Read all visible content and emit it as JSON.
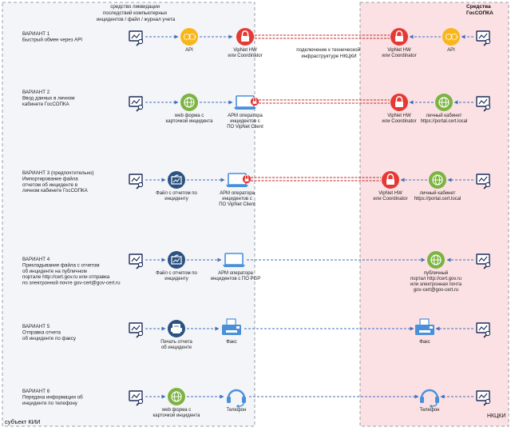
{
  "zones": {
    "left_label": "субъект КИИ",
    "right_label_lines": [
      "Средства",
      "ГосСОПКА"
    ],
    "right_corner_label": "НКЦКИ"
  },
  "top_note_lines": [
    "средство ликвидации",
    "последствий компьютерных",
    "инцидентов / файл / журнал учета"
  ],
  "channel_note_lines": [
    "подключение к технической",
    "инфраструктуре  НКЦКИ"
  ],
  "variants": [
    {
      "title_lines": [
        "ВАРИАНТ 1",
        "Быстрый обмен через API"
      ],
      "left_nodes": [
        {
          "icon": "api-gear-icon",
          "label_lines": [
            "API"
          ]
        },
        {
          "icon": "vipnet-lock-icon",
          "label_lines": [
            "VipNet HW",
            "или Coordinator"
          ]
        }
      ],
      "right_nodes": [
        {
          "icon": "vipnet-lock-icon",
          "label_lines": [
            "VipNet HW",
            "или Coordinator"
          ]
        },
        {
          "icon": "api-gear-icon",
          "label_lines": [
            "API"
          ]
        }
      ]
    },
    {
      "title_lines": [
        "ВАРИАНТ 2",
        "Ввод данных в личном",
        "кабинете ГосСОПКА"
      ],
      "left_nodes": [
        {
          "icon": "web-globe-icon",
          "label_lines": [
            "web форма с",
            "карточкой инцидента"
          ]
        },
        {
          "icon": "laptop-lock-icon",
          "label_lines": [
            "АРМ оператора",
            "инцидентов с",
            "ПО VipNet Client"
          ]
        }
      ],
      "right_nodes": [
        {
          "icon": "vipnet-lock-icon",
          "label_lines": [
            "VipNet HW",
            "или Coordinator"
          ]
        },
        {
          "icon": "web-globe-icon",
          "label_lines": [
            "личный кабинет",
            "https://portal.cert.local"
          ]
        }
      ]
    },
    {
      "title_lines": [
        "ВАРИАНТ 3 (предпочтительно)",
        "Импортирование файла",
        "отчетом об инциденте в",
        "личном кабинете ГосСОПКА"
      ],
      "left_nodes": [
        {
          "icon": "report-file-icon",
          "label_lines": [
            "Файл с отчетом по",
            "инциденту"
          ]
        },
        {
          "icon": "laptop-lock-icon",
          "label_lines": [
            "АРМ оператора",
            "инцидентов с",
            "ПО VipNet Client"
          ]
        }
      ],
      "right_nodes": [
        {
          "icon": "vipnet-lock-icon",
          "label_lines": [
            "VipNet HW",
            "или Coordinator"
          ]
        },
        {
          "icon": "web-globe-icon",
          "label_lines": [
            "личный кабинет",
            "https://portal.cert.local"
          ]
        }
      ]
    },
    {
      "title_lines": [
        "ВАРИАНТ 4",
        "Прикладывание файла с отчетом",
        "об инциденте на публичном",
        "портале http://cert.gov.ru или отправка",
        "по электронной почте gov-cert@gov-cert.ru"
      ],
      "left_nodes": [
        {
          "icon": "report-file-icon",
          "label_lines": [
            "Файл с отчетом по",
            "инциденту"
          ]
        },
        {
          "icon": "laptop-icon",
          "label_lines": [
            "АРМ оператора",
            "инцидентов с ПО PGP"
          ]
        }
      ],
      "right_nodes": [
        {
          "icon": "web-globe-icon",
          "label_lines": [
            "публичный",
            "портал http://cert.gov.ru",
            "или электронная почта",
            "gov-cert@gov-cert.ru"
          ]
        }
      ]
    },
    {
      "title_lines": [
        "ВАРИАНТ 5",
        "Отправка отчета",
        "об инциденте по факсу"
      ],
      "left_nodes": [
        {
          "icon": "print-report-icon",
          "label_lines": [
            "Печать отчета",
            "об инциденте"
          ]
        },
        {
          "icon": "fax-icon",
          "label_lines": [
            "Факс"
          ]
        }
      ],
      "right_nodes": [
        {
          "icon": "fax-icon",
          "label_lines": [
            "Факс"
          ]
        }
      ]
    },
    {
      "title_lines": [
        "ВАРИАНТ 6",
        "Передача информации об",
        "инциденте по телефону"
      ],
      "left_nodes": [
        {
          "icon": "web-globe-icon",
          "label_lines": [
            "web форма с",
            "карточкой инцидента"
          ]
        },
        {
          "icon": "phone-headset-icon",
          "label_lines": [
            "Телефон"
          ]
        }
      ],
      "right_nodes": [
        {
          "icon": "phone-headset-icon",
          "label_lines": [
            "Телефон"
          ]
        }
      ]
    }
  ],
  "colors": {
    "left_zone_fill": "#f4f5f8",
    "right_zone_fill": "#fbe1e4",
    "zone_border": "#9aa0a6",
    "dashed_arrow": "#3f6fbf",
    "secure_channel": "#c62828",
    "green_icon": "#7cb342",
    "yellow_icon": "#f9b616",
    "red_icon": "#e53935",
    "navy_icon": "#2c5282",
    "light_blue_icon": "#4a90d9",
    "monitor_icon": "#1f2d5a"
  }
}
